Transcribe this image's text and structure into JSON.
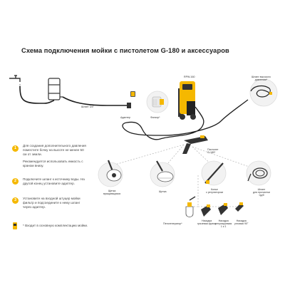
{
  "title": "Схема подключения мойки с пистолетом G-180 и аксессуаров",
  "labels": {
    "hose": "Шланг 3/4\"",
    "adapter": "Адаптер",
    "filter": "Фильтр*",
    "model": "RPW-160",
    "hp_hose_line1": "Шланг высокого",
    "hp_hose_line2": "давления*",
    "gun_line1": "Пистолет",
    "gun_line2": "G-180*",
    "lance_line1": "Копье",
    "lance_line2": "с регулятором",
    "extension_line1": "Шланг",
    "extension_line2": "для прочистки",
    "extension_line3": "труб",
    "foam_line1": "Щетка",
    "foam_line2": "вращающаяся",
    "brush": "Щетка",
    "foam_gen": "Пеногенератор*",
    "nozzle1_line1": "Насадка",
    "nozzle1_line2": "грязевая фреза",
    "nozzle2_line1": "Насадка",
    "nozzle2_line2": "регулируемая",
    "nozzle2_line3": "1 к 1",
    "nozzle3_line1": "Насадка",
    "nozzle3_line2": "угловая 90°"
  },
  "steps": [
    {
      "num": "1",
      "text": "Для создания дополнительного давления поместите бочку на высоте не менее 50 см от земли.",
      "note": "Рекомендуется использовать емкость с краном внизу."
    },
    {
      "num": "2",
      "text": "Подключите шланг к источнику воды. На другой конец установите адаптер.",
      "note": ""
    },
    {
      "num": "3",
      "text": "Установите на входной штуцер мойки фильтр и подсоедините к нему шланг через адаптер.",
      "note": ""
    }
  ],
  "footnote": "* Входит в основную комплектацию мойки.",
  "colors": {
    "accent": "#f5b800",
    "hose": "#1e1e1e",
    "dash": "#bdbdbd"
  }
}
